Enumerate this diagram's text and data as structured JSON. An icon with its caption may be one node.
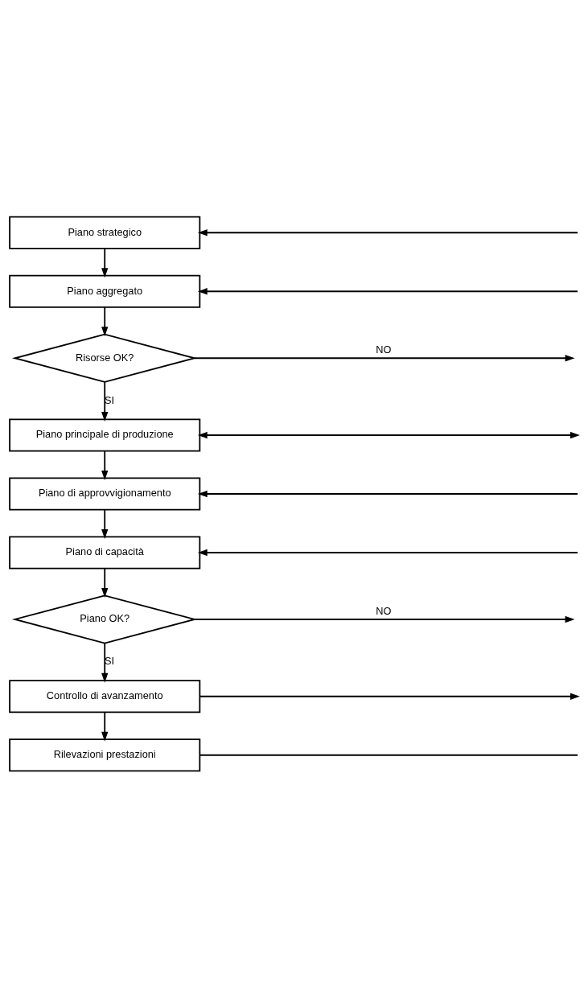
{
  "diagram": {
    "nodes": [
      {
        "text": [
          "Piano strategico"
        ]
      },
      {
        "text": [
          "Piano aggregato"
        ]
      },
      {
        "text": [
          "Risorse OK?"
        ]
      },
      {
        "text": [
          "Piano principale di produzione"
        ]
      },
      {
        "text": [
          "Piano di approvvigionamento"
        ]
      },
      {
        "text": [
          "Piano di capacità"
        ]
      },
      {
        "text": [
          "Piano OK?"
        ]
      },
      {
        "text": [
          "Controllo di avanzamento"
        ]
      },
      {
        "text": [
          "Rilevazioni prestazioni"
        ]
      }
    ],
    "edges": [
      {
        "from": 0,
        "to": 1,
        "arrow": "to"
      },
      {
        "from": 1,
        "to": 2,
        "arrow": "to"
      },
      {
        "from": 2,
        "to": 3,
        "arrow": "to",
        "label": "SI"
      },
      {
        "from": 3,
        "to": 4,
        "arrow": "to"
      },
      {
        "from": 4,
        "to": 5,
        "arrow": "to"
      },
      {
        "from": 5,
        "to": 6,
        "arrow": "to"
      },
      {
        "from": 6,
        "to": 7,
        "arrow": "to",
        "label": "SI"
      },
      {
        "from": 7,
        "to": 8,
        "arrow": "to"
      },
      {
        "from": null,
        "to": 0,
        "arrow": "to"
      },
      {
        "from": null,
        "to": 1,
        "arrow": "to"
      },
      {
        "from": 2,
        "to": null,
        "arrow": "to",
        "label": "NO"
      },
      {
        "from": 3,
        "to": null,
        "arrow": "both"
      },
      {
        "from": null,
        "to": 4,
        "arrow": "to"
      },
      {
        "from": null,
        "to": 5,
        "arrow": "to"
      },
      {
        "from": 6,
        "to": null,
        "arrow": "to",
        "label": "NO"
      },
      {
        "from": 7,
        "to": null,
        "arrow": "to"
      },
      {
        "from": 8,
        "to": null,
        "arrow": "none"
      }
    ]
  }
}
